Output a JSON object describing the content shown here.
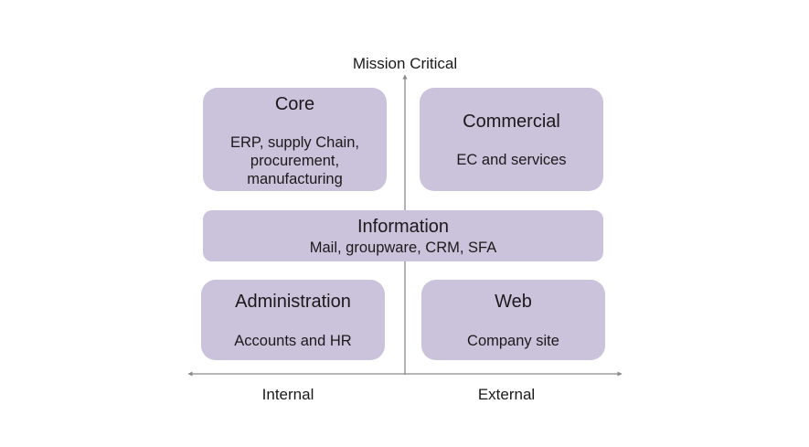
{
  "axes": {
    "top_label": "Mission Critical",
    "left_label": "Internal",
    "right_label": "External"
  },
  "quadrants": {
    "core": {
      "title": "Core",
      "desc": "ERP, supply Chain,\nprocurement,\nmanufacturing"
    },
    "commercial": {
      "title": "Commercial",
      "desc": "EC and services"
    },
    "information": {
      "title": "Information",
      "desc": "Mail, groupware, CRM, SFA"
    },
    "administration": {
      "title": "Administration",
      "desc": "Accounts and HR"
    },
    "web": {
      "title": "Web",
      "desc": "Company site"
    }
  },
  "colors": {
    "box_fill": "#cbc2dc",
    "axis": "#8a8a8a"
  }
}
